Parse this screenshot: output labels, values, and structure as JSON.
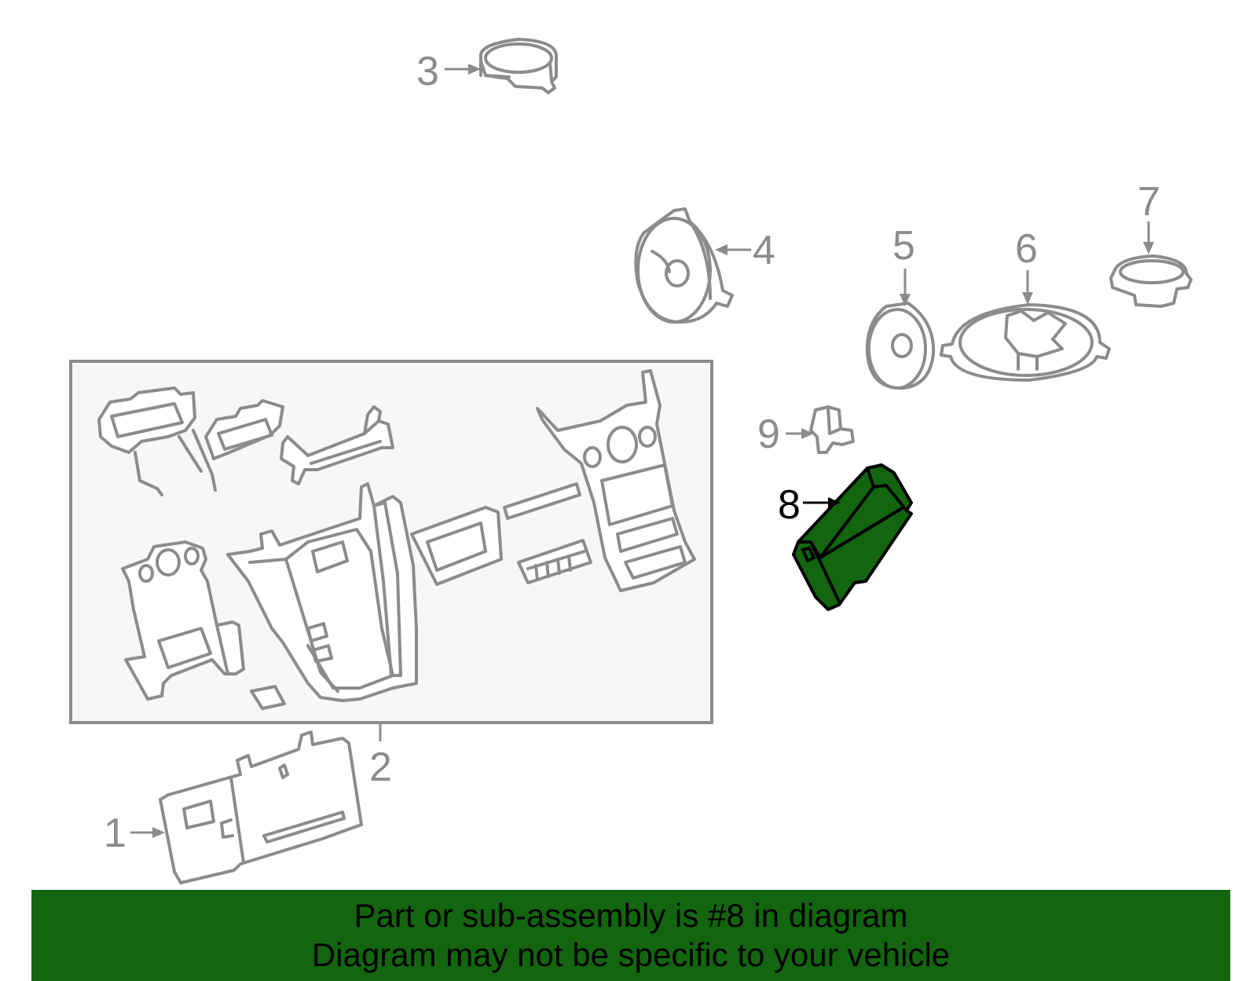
{
  "callouts": {
    "c1": "1",
    "c2": "2",
    "c3": "3",
    "c4": "4",
    "c5": "5",
    "c6": "6",
    "c7": "7",
    "c8": "8",
    "c9": "9"
  },
  "highlighted_part": "8",
  "colors": {
    "highlight_green": "#13650f",
    "line_gray": "#8c8c8c",
    "box_background": "#f7f7f7"
  },
  "banner": {
    "line1": "Part or sub-assembly is #8 in diagram",
    "line2": "Diagram may not be specific to your vehicle"
  }
}
